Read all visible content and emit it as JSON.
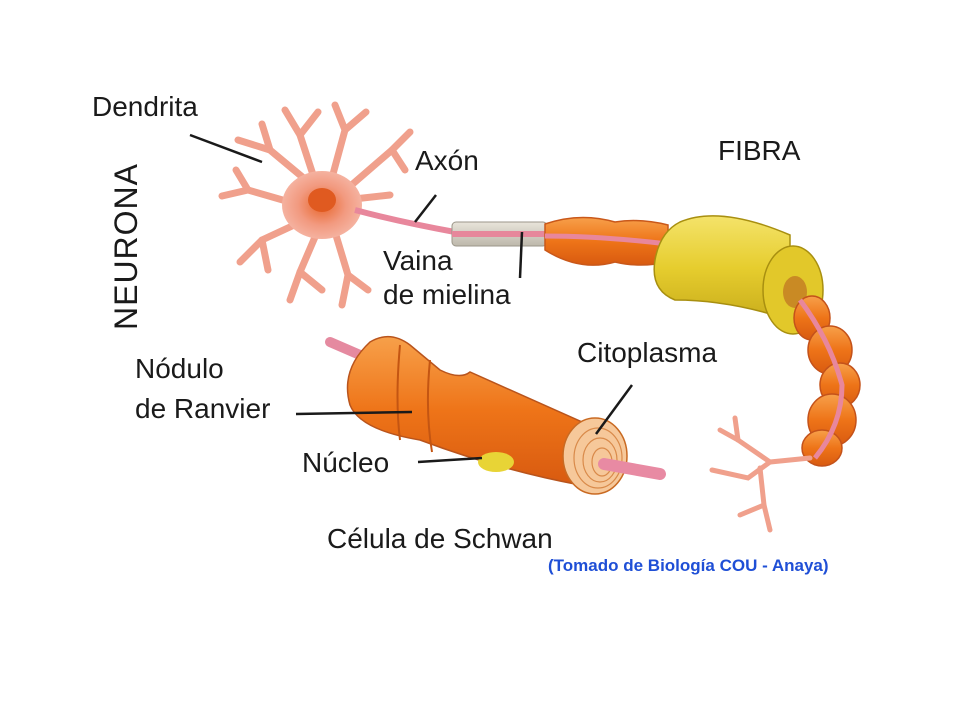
{
  "labels": {
    "dendrita": "Dendrita",
    "neurona": "NEURONA",
    "axon": "Axón",
    "fibra": "FIBRA",
    "vaina_line1": "Vaina",
    "vaina_line2": "de mielina",
    "nodulo_line1": "Nódulo",
    "nodulo_line2": "de  Ranvier",
    "citoplasma": "Citoplasma",
    "nucleo": "Núcleo",
    "celula_schwan": "Célula de Schwan"
  },
  "credit": "(Tomado de Biología COU -  Anaya)",
  "colors": {
    "credit_text": "#1f4fd6",
    "neuron_body": "#f2a08a",
    "myelin_yellow": "#e9d23c",
    "schwann_orange": "#f07b1e",
    "axon_pink": "#e58aa0",
    "label_text": "#1a1a1a"
  }
}
